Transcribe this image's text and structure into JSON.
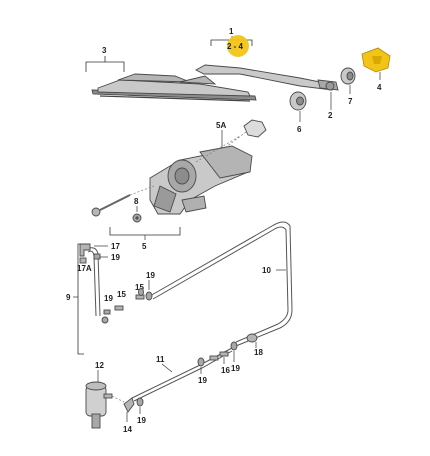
{
  "colors": {
    "highlight": "#f2c418",
    "part_fill": "#c9c9c9",
    "part_dark": "#8c8c8c",
    "line": "#333333"
  },
  "labels": {
    "l1": "1",
    "l2_4": "2 - 4",
    "l2": "2",
    "l3": "3",
    "l4": "4",
    "l5a": "5A",
    "l5": "5",
    "l6": "6",
    "l7": "7",
    "l8": "8",
    "l9": "9",
    "l10": "10",
    "l11": "11",
    "l12": "12",
    "l14": "14",
    "l15a": "15",
    "l15b": "15",
    "l16": "16",
    "l17": "17",
    "l17a": "17A",
    "l18": "18",
    "l19a": "19",
    "l19b": "19",
    "l19c": "19",
    "l19d": "19",
    "l19e": "19",
    "l19f": "19",
    "l19g": "19"
  }
}
